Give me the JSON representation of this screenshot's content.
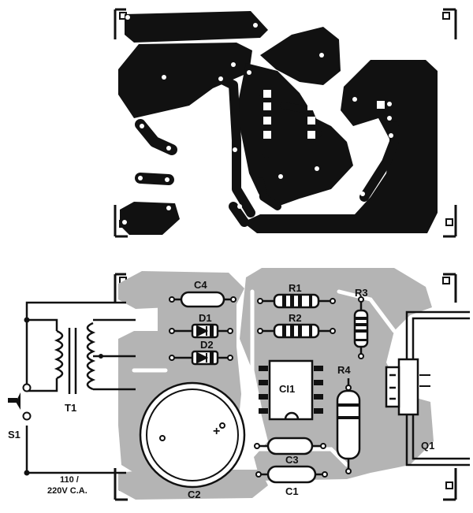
{
  "colors": {
    "copper": "#101010",
    "board_shade": "#b4b4b4",
    "paper": "#f4f4f2",
    "ink": "#111111"
  },
  "labels": {
    "c4": "C4",
    "d1": "D1",
    "d2": "D2",
    "r1": "R1",
    "r2": "R2",
    "r3": "R3",
    "r4": "R4",
    "ci1": "CI1",
    "t1": "T1",
    "s1": "S1",
    "c3": "C3",
    "c1": "C1",
    "c2": "C2",
    "q1": "Q1",
    "plus": "+",
    "mains_line1": "110 /",
    "mains_line2": "220V C.A."
  }
}
